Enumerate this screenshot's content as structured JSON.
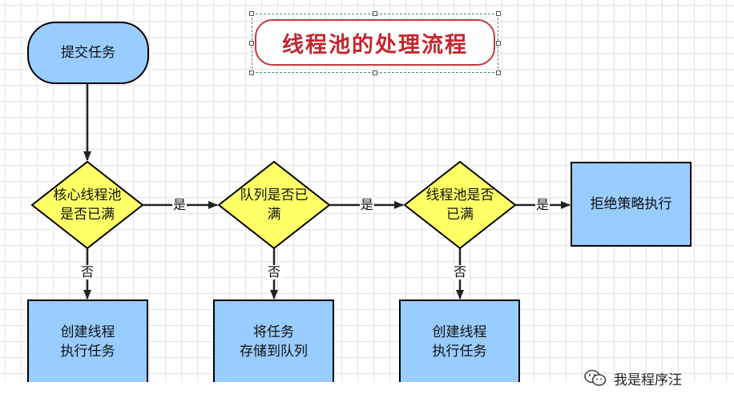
{
  "diagram": {
    "title": "线程池的处理流程",
    "nodes": {
      "start": "提交任务",
      "core_check": "核心线程池\n是否已满",
      "queue_check": "队列是否已\n满",
      "pool_check": "线程池是否\n已满",
      "reject": "拒绝策略执行",
      "create_core": "创建线程\n执行任务",
      "enqueue": "将任务\n存储到队列",
      "create_extra": "创建线程\n执行任务"
    },
    "edge_labels": {
      "yes": "是",
      "no": "否"
    },
    "colors": {
      "terminal_fill": "#99ccff",
      "decision_fill": "#ffff66",
      "process_fill": "#99ccff",
      "stroke": "#000000",
      "title_border": "#c33a40",
      "title_text": "#c4262e"
    }
  },
  "watermark": {
    "icon": "wechat-icon",
    "text": "我是程序汪"
  }
}
